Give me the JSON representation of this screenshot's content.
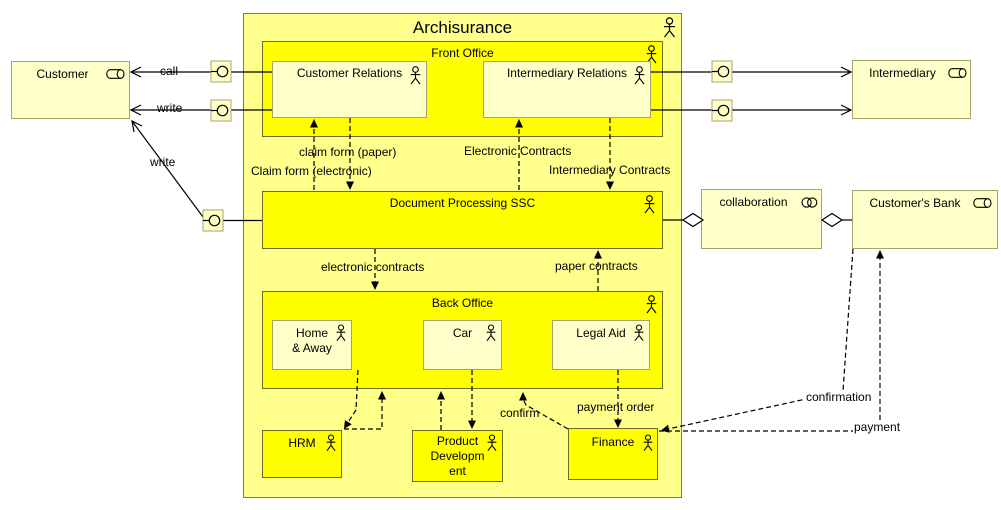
{
  "diagram_type": "ArchiMate business-layer diagram",
  "nodes": {
    "archisurance": {
      "label": "Archisurance",
      "type": "business-actor-container"
    },
    "front_office": {
      "label": "Front Office",
      "type": "business-actor-container"
    },
    "customer_relations": {
      "label": "Customer Relations",
      "type": "business-actor"
    },
    "intermediary_relations": {
      "label": "Intermediary Relations",
      "type": "business-actor"
    },
    "document_processing": {
      "label": "Document Processing SSC",
      "type": "business-actor"
    },
    "back_office": {
      "label": "Back Office",
      "type": "business-actor-container"
    },
    "home_away": {
      "label": "Home\n& Away",
      "type": "business-actor"
    },
    "car": {
      "label": "Car",
      "type": "business-actor"
    },
    "legal_aid": {
      "label": "Legal Aid",
      "type": "business-actor"
    },
    "hrm": {
      "label": "HRM",
      "type": "business-actor"
    },
    "product_development": {
      "label": "Product\nDevelopm\nent",
      "type": "business-actor"
    },
    "finance": {
      "label": "Finance",
      "type": "business-actor"
    },
    "customer": {
      "label": "Customer",
      "type": "business-role"
    },
    "intermediary": {
      "label": "Intermediary",
      "type": "business-role"
    },
    "collaboration": {
      "label": "collaboration",
      "type": "business-collaboration"
    },
    "customers_bank": {
      "label": "Customer's Bank",
      "type": "business-role"
    }
  },
  "edge_labels": {
    "call": "call",
    "write_top": "write",
    "write_diag": "write",
    "claim_paper": "claim form (paper)",
    "claim_electronic": "Claim form (electronic)",
    "electronic_contracts_top": "Electronic Contracts",
    "intermediary_contracts": "Intermediary Contracts",
    "electronic_contracts_bottom": "electronic contracts",
    "paper_contracts": "paper contracts",
    "confirm": "confirm",
    "payment_order": "payment order",
    "confirmation": "confirmation",
    "payment": "payment"
  },
  "icons": {
    "actor": "actor-stick-figure-icon",
    "role": "role-cylinder-icon",
    "collaboration": "collaboration-circles-icon",
    "interface": "interface-lollipop-icon",
    "aggregation": "open-diamond-icon"
  },
  "colors": {
    "background": "#ffffff",
    "container_fill": "#ffff8c",
    "unit_fill": "#ffff00",
    "element_fill": "#ffffc9",
    "border_dark": "#6d6d1b",
    "border_light": "#a5a56b",
    "line": "#000000"
  }
}
